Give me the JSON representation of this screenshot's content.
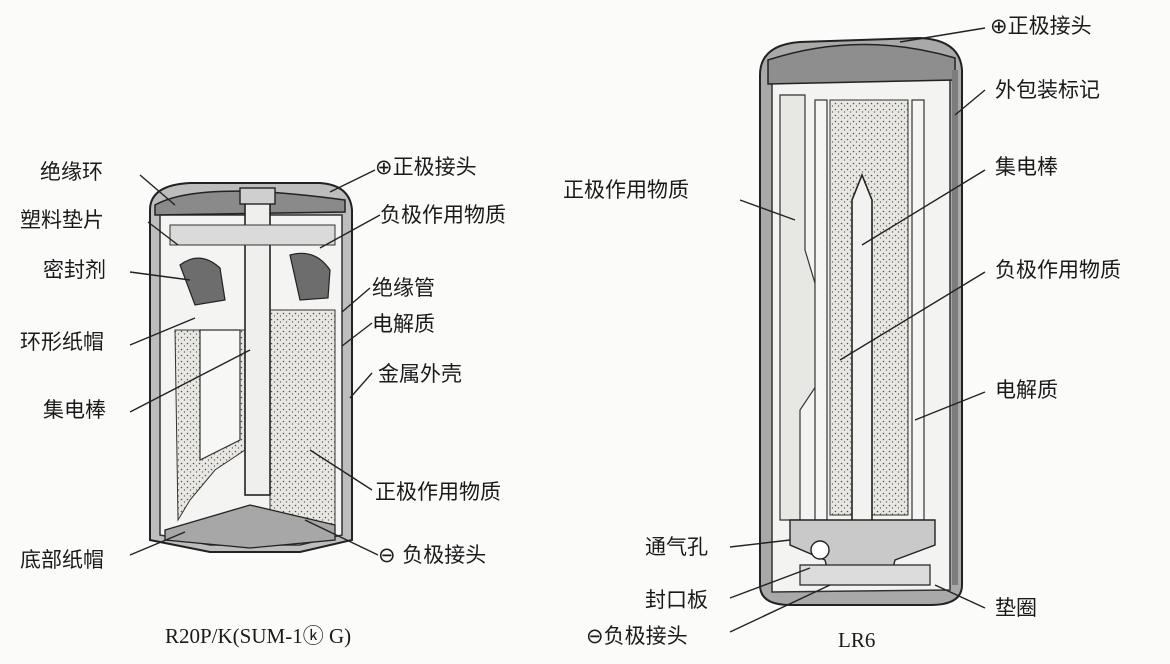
{
  "left_battery": {
    "caption": "R20P/K(SUM-1ⓚ G)",
    "labels": {
      "insulating_ring": "绝缘环",
      "plastic_gasket": "塑料垫片",
      "sealant": "密封剂",
      "ring_paper_cap": "环形纸帽",
      "collector_rod": "集电棒",
      "bottom_paper_cap": "底部纸帽",
      "positive_terminal": "⊕正极接头",
      "negative_material": "负极作用物质",
      "insulating_tube": "绝缘管",
      "electrolyte": "电解质",
      "metal_shell": "金属外壳",
      "positive_material": "正极作用物质",
      "negative_terminal": "⊖ 负极接头"
    }
  },
  "right_battery": {
    "caption": "LR6",
    "labels": {
      "positive_terminal": "⊕正极接头",
      "packaging_mark": "外包装标记",
      "collector_rod": "集电棒",
      "positive_material": "正极作用物质",
      "negative_material": "负极作用物质",
      "electrolyte": "电解质",
      "vent_hole": "通气孔",
      "sealing_plate": "封口板",
      "negative_terminal": "⊖负极接头",
      "gasket": "垫圈"
    }
  }
}
